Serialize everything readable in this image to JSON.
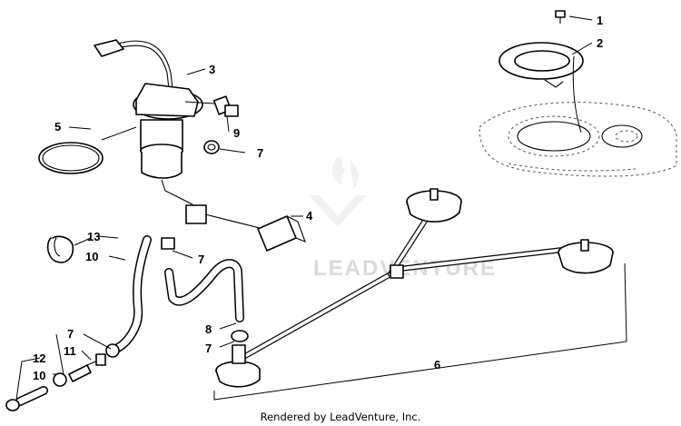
{
  "watermark": {
    "text": "LEADVENTURE"
  },
  "callouts": [
    {
      "id": "c1",
      "text": "1"
    },
    {
      "id": "c2",
      "text": "2"
    },
    {
      "id": "c3",
      "text": "3"
    },
    {
      "id": "c4",
      "text": "4"
    },
    {
      "id": "c5",
      "text": "5"
    },
    {
      "id": "c6",
      "text": "6"
    },
    {
      "id": "c7a",
      "text": "7"
    },
    {
      "id": "c7b",
      "text": "7"
    },
    {
      "id": "c7c",
      "text": "7"
    },
    {
      "id": "c7d",
      "text": "7"
    },
    {
      "id": "c8",
      "text": "8"
    },
    {
      "id": "c9",
      "text": "9"
    },
    {
      "id": "c10a",
      "text": "10"
    },
    {
      "id": "c10b",
      "text": "10"
    },
    {
      "id": "c11",
      "text": "11"
    },
    {
      "id": "c12",
      "text": "12"
    },
    {
      "id": "c13",
      "text": "13"
    }
  ],
  "footer": {
    "credit": "Rendered by LeadVenture, Inc."
  }
}
